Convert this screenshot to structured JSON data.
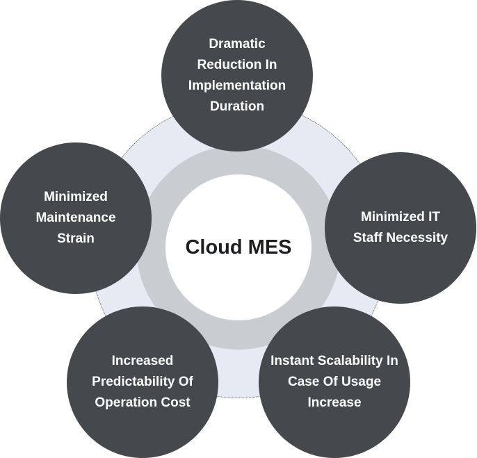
{
  "center": {
    "label": "Cloud MES"
  },
  "benefits": [
    {
      "label": "Dramatic Reduction In Implementation Duration"
    },
    {
      "label": "Minimized IT Staff Necessity"
    },
    {
      "label": "Instant Scalability In Case Of Usage Increase"
    },
    {
      "label": "Increased Predictability Of Operation Cost"
    },
    {
      "label": "Minimized Maintenance Strain"
    }
  ],
  "colors": {
    "node_fill": "#45484c",
    "node_text": "#ffffff",
    "ring_fill": "#c9ccd1",
    "background_disc": "#e6eaf2",
    "center_fill": "#ffffff",
    "center_text": "#1e1f22"
  }
}
